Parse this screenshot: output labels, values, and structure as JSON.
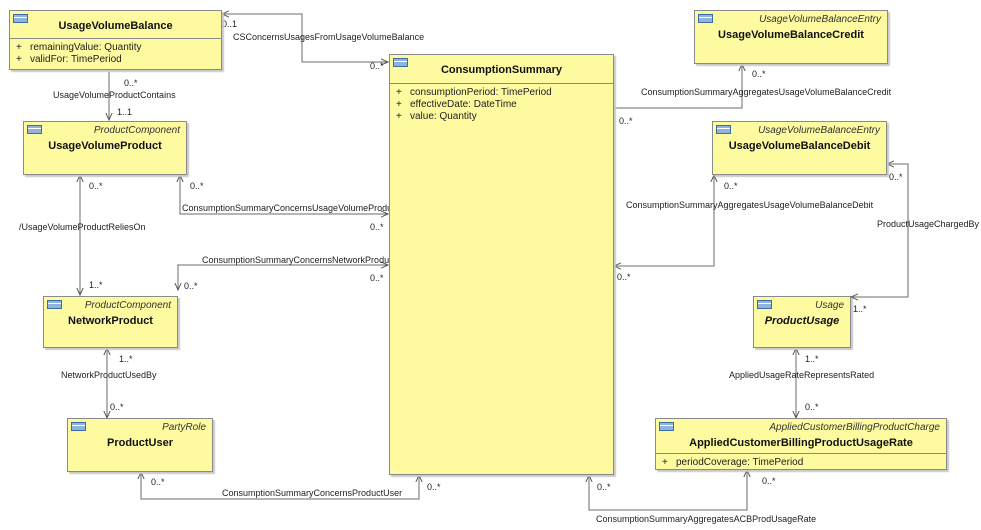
{
  "classes": {
    "usage_volume_balance": {
      "name": "UsageVolumeBalance",
      "attributes": [
        "remainingValue: Quantity",
        "validFor: TimePeriod"
      ]
    },
    "usage_volume_product": {
      "stereotype": "ProductComponent",
      "name": "UsageVolumeProduct"
    },
    "network_product": {
      "stereotype": "ProductComponent",
      "name": "NetworkProduct"
    },
    "product_user": {
      "stereotype": "PartyRole",
      "name": "ProductUser"
    },
    "consumption_summary": {
      "name": "ConsumptionSummary",
      "attributes": [
        "consumptionPeriod: TimePeriod",
        "effectiveDate: DateTime",
        "value: Quantity"
      ]
    },
    "usage_volume_balance_credit": {
      "stereotype": "UsageVolumeBalanceEntry",
      "name": "UsageVolumeBalanceCredit"
    },
    "usage_volume_balance_debit": {
      "stereotype": "UsageVolumeBalanceEntry",
      "name": "UsageVolumeBalanceDebit"
    },
    "product_usage": {
      "stereotype": "Usage",
      "name": "ProductUsage"
    },
    "applied_usage_rate": {
      "stereotype": "AppliedCustomerBillingProductCharge",
      "name": "AppliedCustomerBillingProductUsageRate",
      "attributes": [
        "periodCoverage: TimePeriod"
      ]
    }
  },
  "visibility": "+",
  "associations": {
    "cs_concerns_usages_from_uvb": {
      "name": "CSConcernsUsagesFromUsageVolumeBalance",
      "mult_a": "0..1",
      "mult_b": "0..*"
    },
    "uv_product_contains": {
      "name": "UsageVolumeProductContains",
      "mult_a": "0..*",
      "mult_b": "1..1"
    },
    "cs_aggregates_uvb_credit": {
      "name": "ConsumptionSummaryAggregatesUsageVolumeBalanceCredit",
      "mult_a": "0..*",
      "mult_b": "0..*"
    },
    "cs_concerns_uv_product": {
      "name": "ConsumptionSummaryConcernsUsageVolumeProduct",
      "mult_a": "0..*",
      "mult_b": "0..*"
    },
    "uv_product_relies_on": {
      "name": "/UsageVolumeProductReliesOn",
      "mult_a": "0..*",
      "mult_b": "1..*"
    },
    "cs_aggregates_uvb_debit": {
      "name": "ConsumptionSummaryAggregatesUsageVolumeBalanceDebit",
      "mult_a": "0..*",
      "mult_b": "0..*"
    },
    "product_usage_charged_by": {
      "name": "ProductUsageChargedBy",
      "mult_a": "0..*",
      "mult_b": "1..*"
    },
    "cs_concerns_network_product": {
      "name": "ConsumptionSummaryConcernsNetworkProduct",
      "mult_a": "0..*",
      "mult_b": "0..*"
    },
    "network_product_used_by": {
      "name": "NetworkProductUsedBy",
      "mult_a": "1..*",
      "mult_b": "0..*"
    },
    "applied_usage_rate_represents_rated": {
      "name": "AppliedUsageRateRepresentsRated",
      "mult_a": "1..*",
      "mult_b": "0..*"
    },
    "cs_concerns_product_user": {
      "name": "ConsumptionSummaryConcernsProductUser",
      "mult_a": "0..*",
      "mult_b": "0..*"
    },
    "cs_aggregates_acb_prod_usage_rate": {
      "name": "ConsumptionSummaryAggregatesACBProdUsageRate",
      "mult_a": "0..*",
      "mult_b": "0..*"
    }
  }
}
